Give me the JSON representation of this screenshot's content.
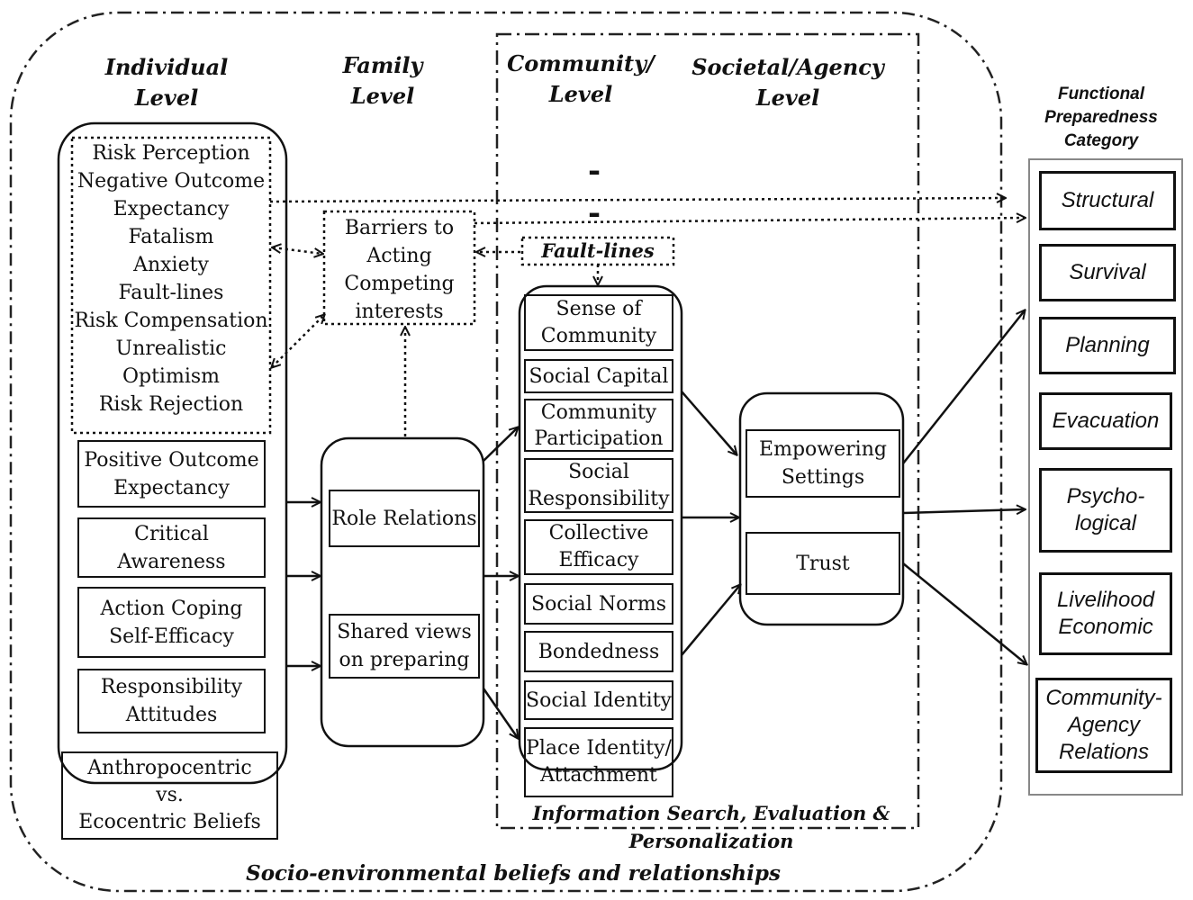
{
  "headers": {
    "individual": [
      "Individual",
      "Level"
    ],
    "family": [
      "Family",
      "Level"
    ],
    "community": [
      "Community/",
      "Level"
    ],
    "societal": [
      "Societal/Agency",
      "Level"
    ],
    "functional": [
      "Functional",
      "Preparedness",
      "Category"
    ]
  },
  "individual_dotted_items": [
    "Risk Perception",
    "Negative Outcome",
    "Expectancy",
    "Fatalism",
    "Anxiety",
    "Fault-lines",
    "Risk Compensation",
    "Unrealistic",
    "Optimism",
    "Risk Rejection"
  ],
  "individual_boxes": [
    [
      "Positive Outcome",
      "Expectancy"
    ],
    [
      "Critical",
      "Awareness"
    ],
    [
      "Action Coping",
      "Self-Efficacy"
    ],
    [
      "Responsibility",
      "Attitudes"
    ]
  ],
  "anthropocentric": [
    "Anthropocentric",
    "vs.",
    "Ecocentric Beliefs"
  ],
  "barriers": [
    "Barriers to",
    "Acting",
    "Competing",
    "interests"
  ],
  "family_boxes": [
    [
      "Role Relations"
    ],
    [
      "Shared views",
      "on preparing"
    ]
  ],
  "minus_signs": [
    "-",
    "-"
  ],
  "fault_lines_label": "Fault-lines",
  "community_boxes": [
    [
      "Sense of",
      "Community"
    ],
    [
      "Social Capital"
    ],
    [
      "Community",
      "Participation"
    ],
    [
      "Social",
      "Responsibility"
    ],
    [
      "Collective",
      "Efficacy"
    ],
    [
      "Social Norms"
    ],
    [
      "Bondedness"
    ],
    [
      "Social Identity"
    ],
    [
      "Place Identity/",
      "Attachment"
    ]
  ],
  "societal_boxes": [
    [
      "Empowering",
      "Settings"
    ],
    [
      "Trust"
    ]
  ],
  "functional_categories": [
    [
      "Structural"
    ],
    [
      "Survival"
    ],
    [
      "Planning"
    ],
    [
      "Evacuation"
    ],
    [
      "Psycho-",
      "logical"
    ],
    [
      "Livelihood",
      "Economic"
    ],
    [
      "Community-",
      "Agency",
      "Relations"
    ]
  ],
  "info_search": [
    "Information Search, Evaluation &",
    "Personalization"
  ],
  "footer": "Socio-environmental beliefs and relationships"
}
